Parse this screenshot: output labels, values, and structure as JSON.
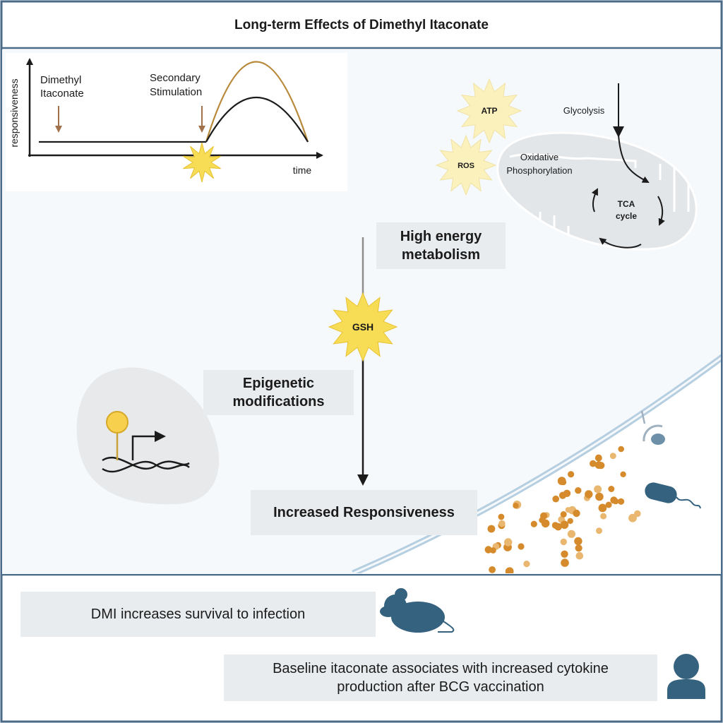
{
  "title": "Long-term Effects of Dimethyl Itaconate",
  "graph": {
    "y_axis_label": "responsiveness",
    "x_axis_label": "time",
    "event1_line1": "Dimethyl",
    "event1_line2": "Itaconate",
    "event2_line1": "Secondary",
    "event2_line2": "Stimulation",
    "curve_colors": {
      "treated": "#b8893a",
      "baseline": "#1b1b1b"
    },
    "arrow_color": "#a0714a",
    "star_color": "#f7dc55"
  },
  "metabolism": {
    "atp": "ATP",
    "ros": "ROS",
    "glycolysis": "Glycolysis",
    "oxphos_line1": "Oxidative",
    "oxphos_line2": "Phosphorylation",
    "tca_line1": "TCA",
    "tca_line2": "cycle"
  },
  "center": {
    "high_energy_line1": "High energy",
    "high_energy_line2": "metabolism",
    "gsh": "GSH",
    "epigenetic_line1": "Epigenetic",
    "epigenetic_line2": "modifications",
    "increased": "Increased Responsiveness"
  },
  "findings": {
    "mouse_text": "DMI increases survival to infection",
    "human_line1": "Baseline itaconate associates with increased cytokine",
    "human_line2": "production after BCG vaccination"
  },
  "colors": {
    "border": "#4a6a8a",
    "cell_bg": "#f6f9fc",
    "label_box": "#e9ecee",
    "membrane": "#b5cee0",
    "icon_blue": "#35627f",
    "dot_orange": "#d58b2c"
  }
}
